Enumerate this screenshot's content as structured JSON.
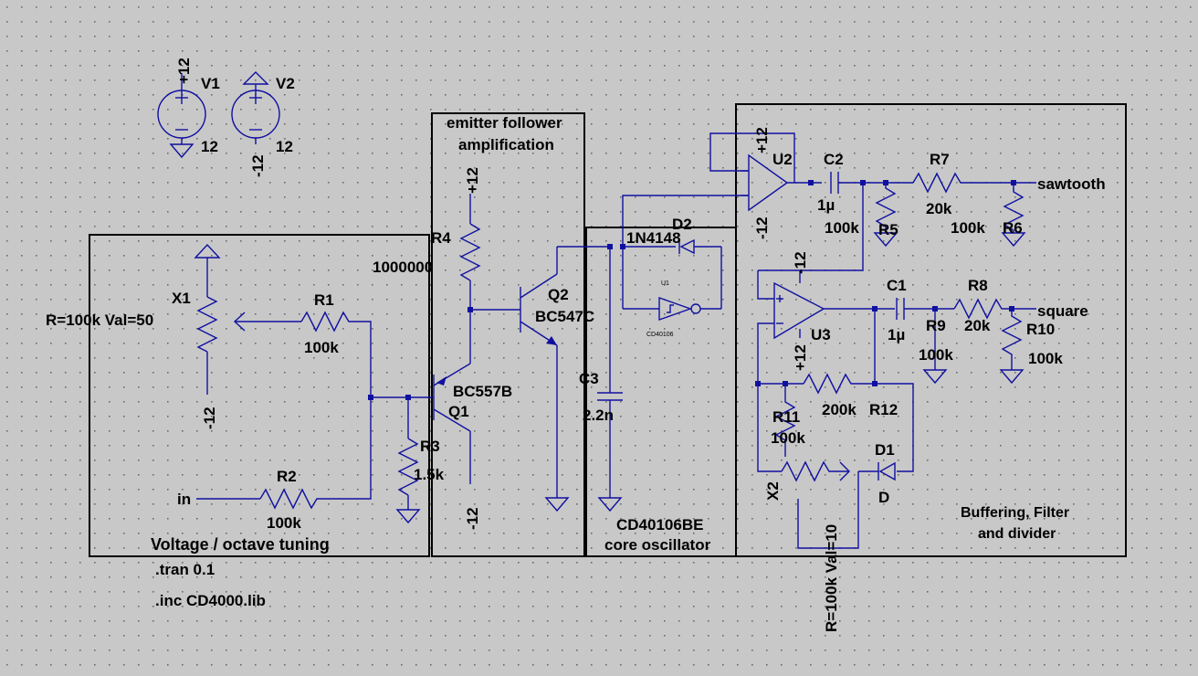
{
  "labels": {
    "v1_name": "V1",
    "v1_top": "+12",
    "v1_val": "12",
    "v2_name": "V2",
    "v2_top": "-12",
    "v2_val": "12",
    "x1_name": "X1",
    "x1_params": "R=100k Val=50",
    "x1_neg": "-12",
    "r1_name": "R1",
    "r1_val": "100k",
    "r2_name": "R2",
    "r2_val": "100k",
    "in_label": "in",
    "r3_name": "R3",
    "r3_val": "1.5k",
    "q1_model": "BC557B",
    "q1_name": "Q1",
    "r4_name": "R4",
    "r4_val": "1000000",
    "r4_supply": "+12",
    "q2_name": "Q2",
    "q2_model": "BC547C",
    "q1_emit_supply": "-12",
    "ef_title1": "emitter follower",
    "ef_title2": "amplification",
    "c3_name": "C3",
    "c3_val": "2.2n",
    "d2_model": "1N4148",
    "d2_name": "D2",
    "u1_name": "U1",
    "u1_part": "CD40106",
    "osc_title1": "CD40106BE",
    "osc_title2": "core oscillator",
    "u2_name": "U2",
    "u2_pos": "+12",
    "u2_neg": "-12",
    "c2_name": "C2",
    "c2_val": "1µ",
    "r5_val": "100k",
    "r5_name": "R5",
    "r7_name": "R7",
    "r7_val": "20k",
    "r6_val": "100k",
    "r6_name": "R6",
    "saw_label": "sawtooth",
    "u3_name": "U3",
    "u3_neg": "-12",
    "u3_pos": "+12",
    "c1_name": "C1",
    "c1_val": "1µ",
    "r8_name": "R8",
    "r8_val": "20k",
    "r9_name": "R9",
    "r9_val": "100k",
    "r10_name": "R10",
    "r10_val": "100k",
    "square_label": "square",
    "r12_val": "200k",
    "r12_name": "R12",
    "r11_name": "R11",
    "r11_val": "100k",
    "d1_name": "D1",
    "d1_model": "D",
    "x2_name": "X2",
    "x2_params": "R=100k Val=10",
    "buf_title1": "Buffering, Filter",
    "buf_title2": "and divider",
    "tune_title": "Voltage / octave tuning",
    "tran": ".tran 0.1",
    "inc": ".inc CD4000.lib"
  }
}
